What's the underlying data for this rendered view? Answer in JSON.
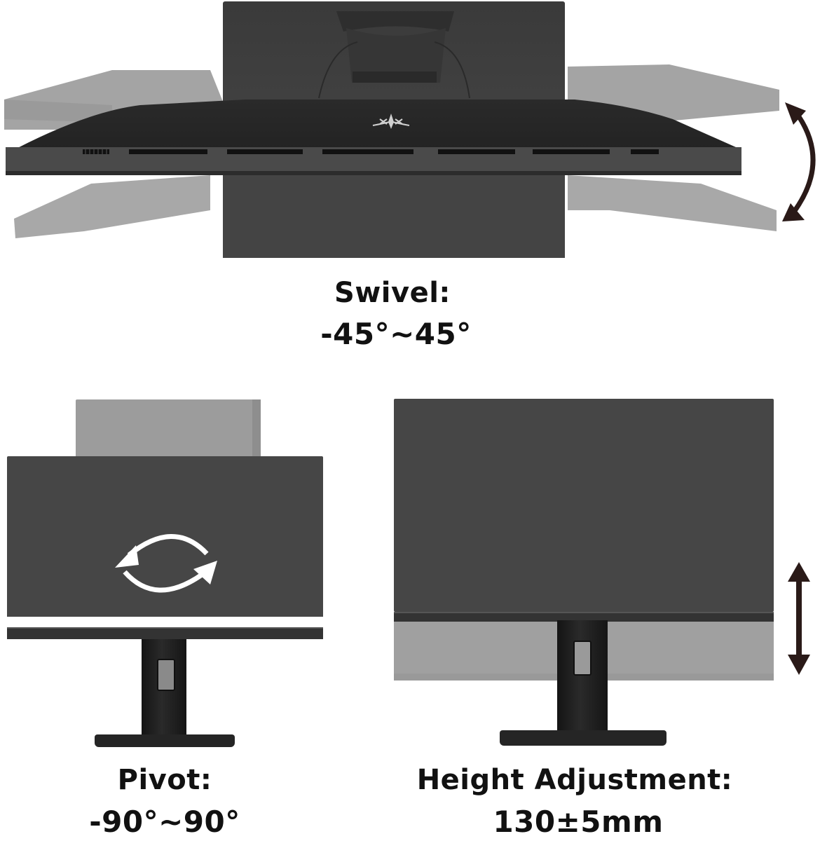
{
  "colors": {
    "monitor_dark": "#464646",
    "monitor_bezel": "#333333",
    "ghost_gray": "#9a9a9a",
    "stand_black": "#1e1e1e",
    "arrow_color": "#2a1a18",
    "text_color": "#111111",
    "background": "#ffffff"
  },
  "swivel": {
    "title": "Swivel:",
    "range": "-45°~45°",
    "icons": [
      "logo-emblem-icon",
      "curved-double-arrow-icon"
    ]
  },
  "pivot": {
    "title": "Pivot:",
    "range": "-90°~90°",
    "icons": [
      "rotate-arrows-icon"
    ]
  },
  "height": {
    "title": "Height Adjustment:",
    "range": "130±5mm",
    "icons": [
      "vertical-double-arrow-icon"
    ]
  }
}
